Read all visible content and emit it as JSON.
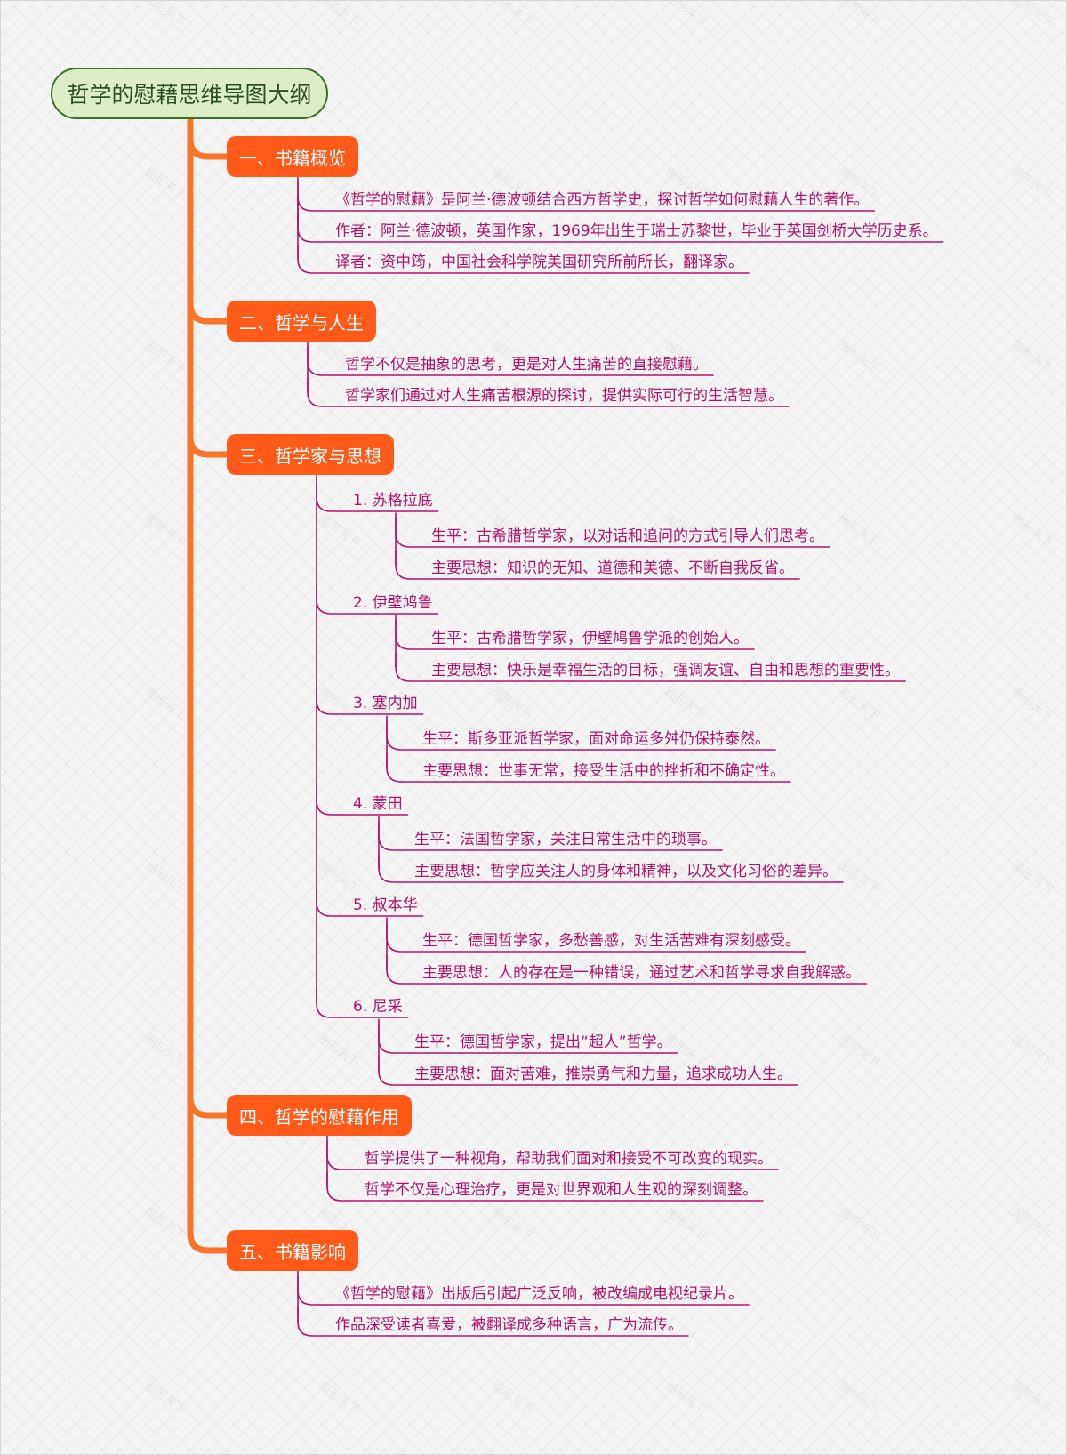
{
  "title": "哲学的慰藉思维导图大纲",
  "watermark": "图形天下",
  "colors": {
    "trunk": "#f7742a",
    "section_fill": "#ff5a1a",
    "leaf_text": "#b0136a",
    "leaf_line": "#b0136a",
    "root_fill": "#dcedc8",
    "root_border": "#3f6e29"
  },
  "sections": [
    {
      "label": "一、书籍概览",
      "items": [
        "《哲学的慰藉》是阿兰·德波顿结合西方哲学史，探讨哲学如何慰藉人生的著作。",
        "作者：阿兰·德波顿，英国作家，1969年出生于瑞士苏黎世，毕业于英国剑桥大学历史系。",
        "译者：资中筠，中国社会科学院美国研究所前所长，翻译家。"
      ]
    },
    {
      "label": "二、哲学与人生",
      "items": [
        "哲学不仅是抽象的思考，更是对人生痛苦的直接慰藉。",
        "哲学家们通过对人生痛苦根源的探讨，提供实际可行的生活智慧。"
      ]
    },
    {
      "label": "三、哲学家与思想",
      "philosophers": [
        {
          "name": "1. 苏格拉底",
          "life": "生平：古希腊哲学家，以对话和追问的方式引导人们思考。",
          "thought": "主要思想：知识的无知、道德和美德、不断自我反省。"
        },
        {
          "name": "2. 伊壁鸠鲁",
          "life": "生平：古希腊哲学家，伊壁鸠鲁学派的创始人。",
          "thought": "主要思想：快乐是幸福生活的目标，强调友谊、自由和思想的重要性。"
        },
        {
          "name": "3. 塞内加",
          "life": "生平：斯多亚派哲学家，面对命运多舛仍保持泰然。",
          "thought": "主要思想：世事无常，接受生活中的挫折和不确定性。"
        },
        {
          "name": "4. 蒙田",
          "life": "生平：法国哲学家，关注日常生活中的琐事。",
          "thought": "主要思想：哲学应关注人的身体和精神，以及文化习俗的差异。"
        },
        {
          "name": "5. 叔本华",
          "life": "生平：德国哲学家，多愁善感，对生活苦难有深刻感受。",
          "thought": "主要思想：人的存在是一种错误，通过艺术和哲学寻求自我解惑。"
        },
        {
          "name": "6. 尼采",
          "life": "生平：德国哲学家，提出“超人”哲学。",
          "thought": "主要思想：面对苦难，推崇勇气和力量，追求成功人生。"
        }
      ]
    },
    {
      "label": "四、哲学的慰藉作用",
      "items": [
        "哲学提供了一种视角，帮助我们面对和接受不可改变的现实。",
        "哲学不仅是心理治疗，更是对世界观和人生观的深刻调整。"
      ]
    },
    {
      "label": "五、书籍影响",
      "items": [
        "《哲学的慰藉》出版后引起广泛反响，被改编成电视纪录片。",
        "作品深受读者喜爱，被翻译成多种语言，广为流传。"
      ]
    }
  ]
}
